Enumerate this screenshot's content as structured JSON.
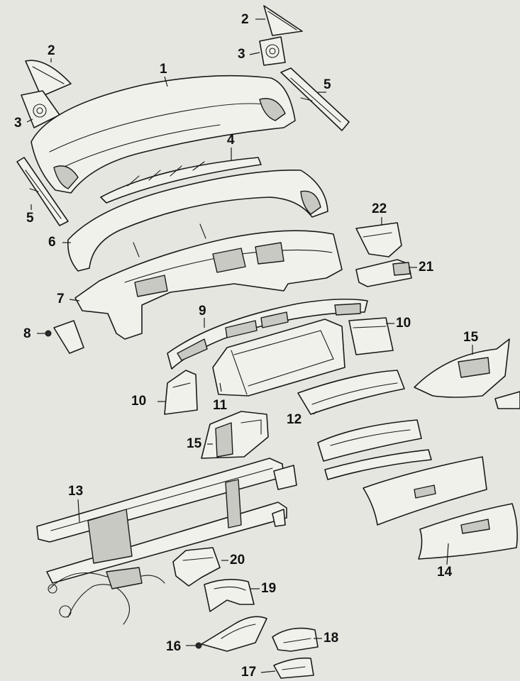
{
  "diagram": {
    "callouts": [
      {
        "id": "c2a",
        "label": "2"
      },
      {
        "id": "c3a",
        "label": "3"
      },
      {
        "id": "c2b",
        "label": "2"
      },
      {
        "id": "c1",
        "label": "1"
      },
      {
        "id": "c3b",
        "label": "3"
      },
      {
        "id": "c5a",
        "label": "5"
      },
      {
        "id": "c4",
        "label": "4"
      },
      {
        "id": "c5b",
        "label": "5"
      },
      {
        "id": "c6",
        "label": "6"
      },
      {
        "id": "c22",
        "label": "22"
      },
      {
        "id": "c21",
        "label": "21"
      },
      {
        "id": "c7",
        "label": "7"
      },
      {
        "id": "c9",
        "label": "9"
      },
      {
        "id": "c8",
        "label": "8"
      },
      {
        "id": "c10a",
        "label": "10"
      },
      {
        "id": "c15a",
        "label": "15"
      },
      {
        "id": "c10b",
        "label": "10"
      },
      {
        "id": "c11",
        "label": "11"
      },
      {
        "id": "c12",
        "label": "12"
      },
      {
        "id": "c15b",
        "label": "15"
      },
      {
        "id": "c13",
        "label": "13"
      },
      {
        "id": "c20",
        "label": "20"
      },
      {
        "id": "c14",
        "label": "14"
      },
      {
        "id": "c19",
        "label": "19"
      },
      {
        "id": "c16",
        "label": "16"
      },
      {
        "id": "c18",
        "label": "18"
      },
      {
        "id": "c17",
        "label": "17"
      }
    ]
  }
}
